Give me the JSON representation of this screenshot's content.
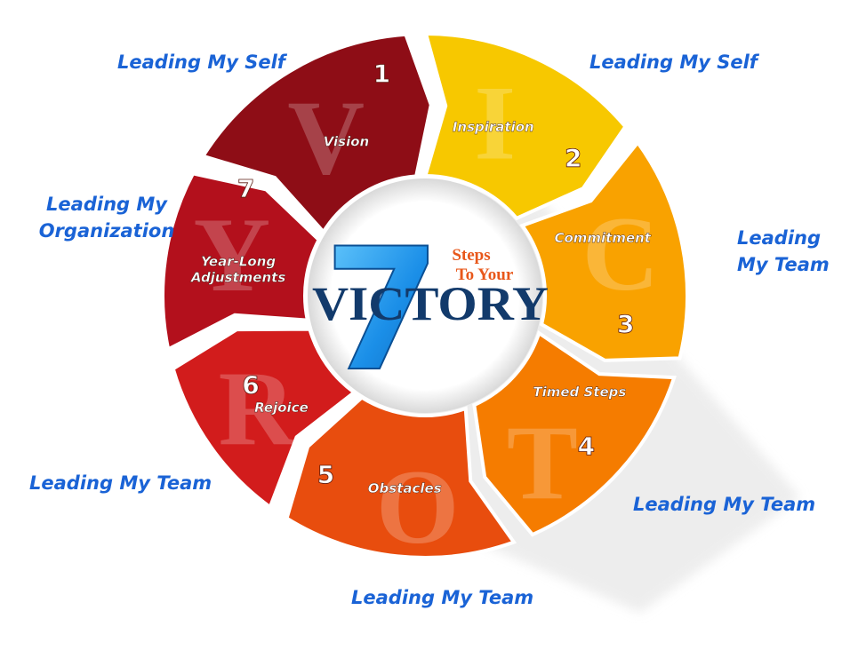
{
  "center": {
    "number": "7",
    "line1": "Steps",
    "line2": "To Your",
    "word": "VICTORY"
  },
  "steps": [
    {
      "num": "1",
      "name": "Vision",
      "letter": "V",
      "color": "#8e0d16"
    },
    {
      "num": "2",
      "name": "Inspiration",
      "letter": "I",
      "color": "#f7c800"
    },
    {
      "num": "3",
      "name": "Commitment",
      "letter": "C",
      "color": "#f9a200"
    },
    {
      "num": "4",
      "name": "Timed Steps",
      "letter": "T",
      "color": "#f57c00"
    },
    {
      "num": "5",
      "name": "Obstacles",
      "letter": "O",
      "color": "#e84d0e"
    },
    {
      "num": "6",
      "name": "Rejoice",
      "letter": "R",
      "color": "#d21c1c"
    },
    {
      "num": "7",
      "name": "Year-Long Adjustments",
      "name_line1": "Year-Long",
      "name_line2": "Adjustments",
      "letter": "Y",
      "color": "#b3101c"
    }
  ],
  "labels": [
    {
      "text": "Leading My Self"
    },
    {
      "text": "Leading My Self"
    },
    {
      "text": "Leading My Team"
    },
    {
      "text": "Leading My Team"
    },
    {
      "text": "Leading My Team"
    },
    {
      "text": "Leading My Team"
    },
    {
      "text": "Leading My Organization"
    }
  ],
  "colors": {
    "label_blue": "#1a63d6",
    "seven_blue": "#1b8fe8",
    "victory_navy": "#123a6b",
    "steps_orange": "#e8571a"
  }
}
